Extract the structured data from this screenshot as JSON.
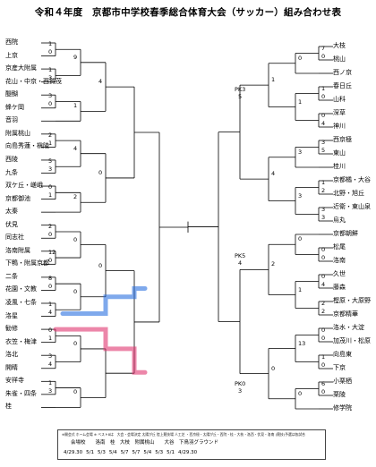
{
  "title": "令和４年度　京都市中学校春季総合体育大会（サッカー）組み合わせ表",
  "left_teams": [
    "西院",
    "上京",
    "京産大附属",
    "花山・中京・西賀茂",
    "醍醐",
    "蜂ケ岡",
    "音羽",
    "附属桃山",
    "向島秀蓮・槇陵",
    "西陵",
    "九条",
    "双ケ丘・嵯峨",
    "京都御池",
    "太秦",
    "伏見",
    "同志社",
    "洛南附属",
    "下鴨・附属京都",
    "二条",
    "花園・文教",
    "凌風・七条",
    "洛星",
    "勧修",
    "衣笠・梅津",
    "洛北",
    "開睛",
    "安祥寺",
    "朱雀・四条",
    "桂"
  ],
  "right_teams": [
    "大枝",
    "桃山",
    "西ノ京",
    "春日丘",
    "山科",
    "深草",
    "神川",
    "西京極",
    "東山",
    "桂川",
    "京都橘・大谷",
    "北野・旭丘",
    "近衛・東山泉",
    "烏丸",
    "京都朝鮮",
    "松尾",
    "洛南",
    "久世",
    "藤森",
    "樫原・大原野",
    "京都精華",
    "洛水・大淀",
    "加茂川・松原",
    "向島東",
    "下京",
    "小栗栖",
    "栗陵",
    "修学院"
  ],
  "left_scores": [
    "1",
    "0",
    "1",
    "3",
    "3",
    "0",
    "2",
    "1",
    "5",
    "3",
    "0",
    "1",
    "2",
    "0",
    "12",
    "0",
    "8",
    "0",
    "1",
    "4",
    "0",
    "1",
    "3",
    "4",
    "1",
    "3",
    "9",
    "1",
    "4",
    "2",
    "0",
    "0",
    "0",
    "0",
    "4",
    "0",
    "0"
  ],
  "right_scores": [
    "7",
    "0",
    "1",
    "0",
    "0",
    "4",
    "3",
    "5",
    "1",
    "2",
    "3",
    "3",
    "0",
    "0",
    "0",
    "4",
    "2",
    "2",
    "0",
    "0",
    "1",
    "0",
    "6",
    "0",
    "0",
    "1",
    "3",
    "3",
    "0",
    "1",
    "13",
    "0",
    "1",
    "4",
    "2",
    "0"
  ],
  "pk_labels": [
    "PK3",
    "PK5",
    "PK0"
  ],
  "pk_scores": [
    "5",
    "4",
    "3"
  ],
  "footer": {
    "note": "※開会式 ホーム会場 ※ ベスト8は　大会・会場決定 太陽が丘 陸上競技場 人工芝 ・西京極・太陽が丘・西院・桂・大枝・洛西・伏見・洛南 (競技)予選は各試合",
    "venues": "会場校　　洛南　桂　大枝　附属桃山　　大谷　下鳥羽グラウンド",
    "dates": [
      "4/29.30",
      "5/1",
      "5/3",
      "5/4",
      "5/7",
      "5/7",
      "5/4",
      "5/3",
      "5/1",
      "4/29.30"
    ]
  }
}
